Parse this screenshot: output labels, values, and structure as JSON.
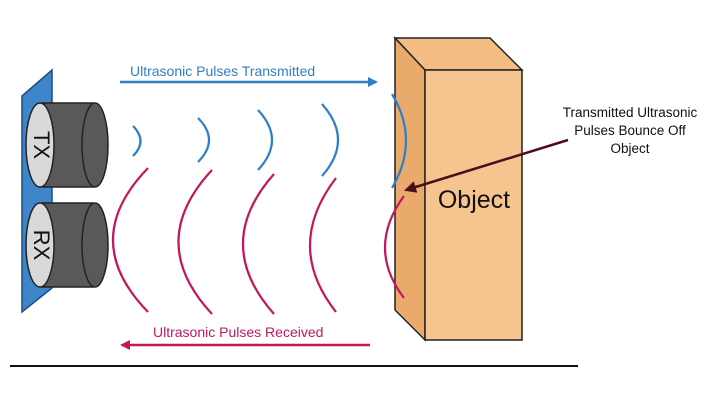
{
  "labels": {
    "transmitted": "Ultrasonic Pulses Transmitted",
    "received": "Ultrasonic Pulses Received",
    "tx": "TX",
    "rx": "RX",
    "object": "Object",
    "bounce_line1": "Transmitted Ultrasonic",
    "bounce_line2": "Pulses Bounce Off",
    "bounce_line3": "Object"
  },
  "colors": {
    "transmit": "#2f7fc6",
    "receive": "#c2185b",
    "object_front": "#f6c48e",
    "object_side": "#e9aa6b",
    "object_top": "#f3bd84",
    "sensor_board": "#3e86c9",
    "transducer_face": "#d9d9d9",
    "transducer_body": "#595959",
    "annotation_arrow": "#4a0f1b",
    "ground": "#111111"
  }
}
